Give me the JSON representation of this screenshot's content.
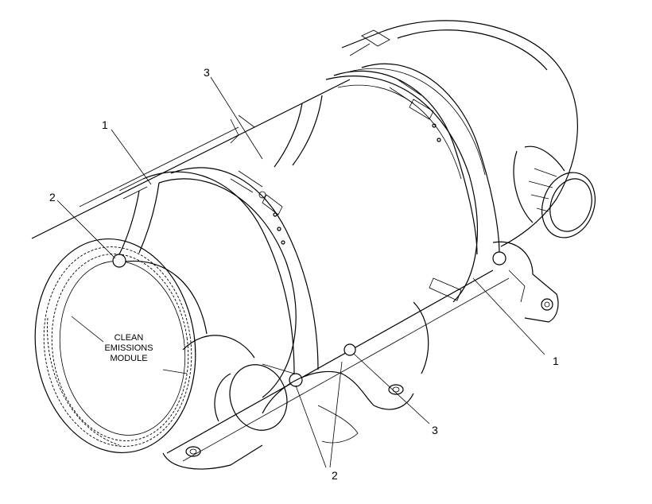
{
  "callouts": [
    {
      "id": "1",
      "text": "1"
    },
    {
      "id": "2",
      "text": "2"
    },
    {
      "id": "3",
      "text": "3"
    }
  ],
  "caption_lines": [
    "CLEAN",
    "EMISSIONS",
    "MODULE"
  ]
}
